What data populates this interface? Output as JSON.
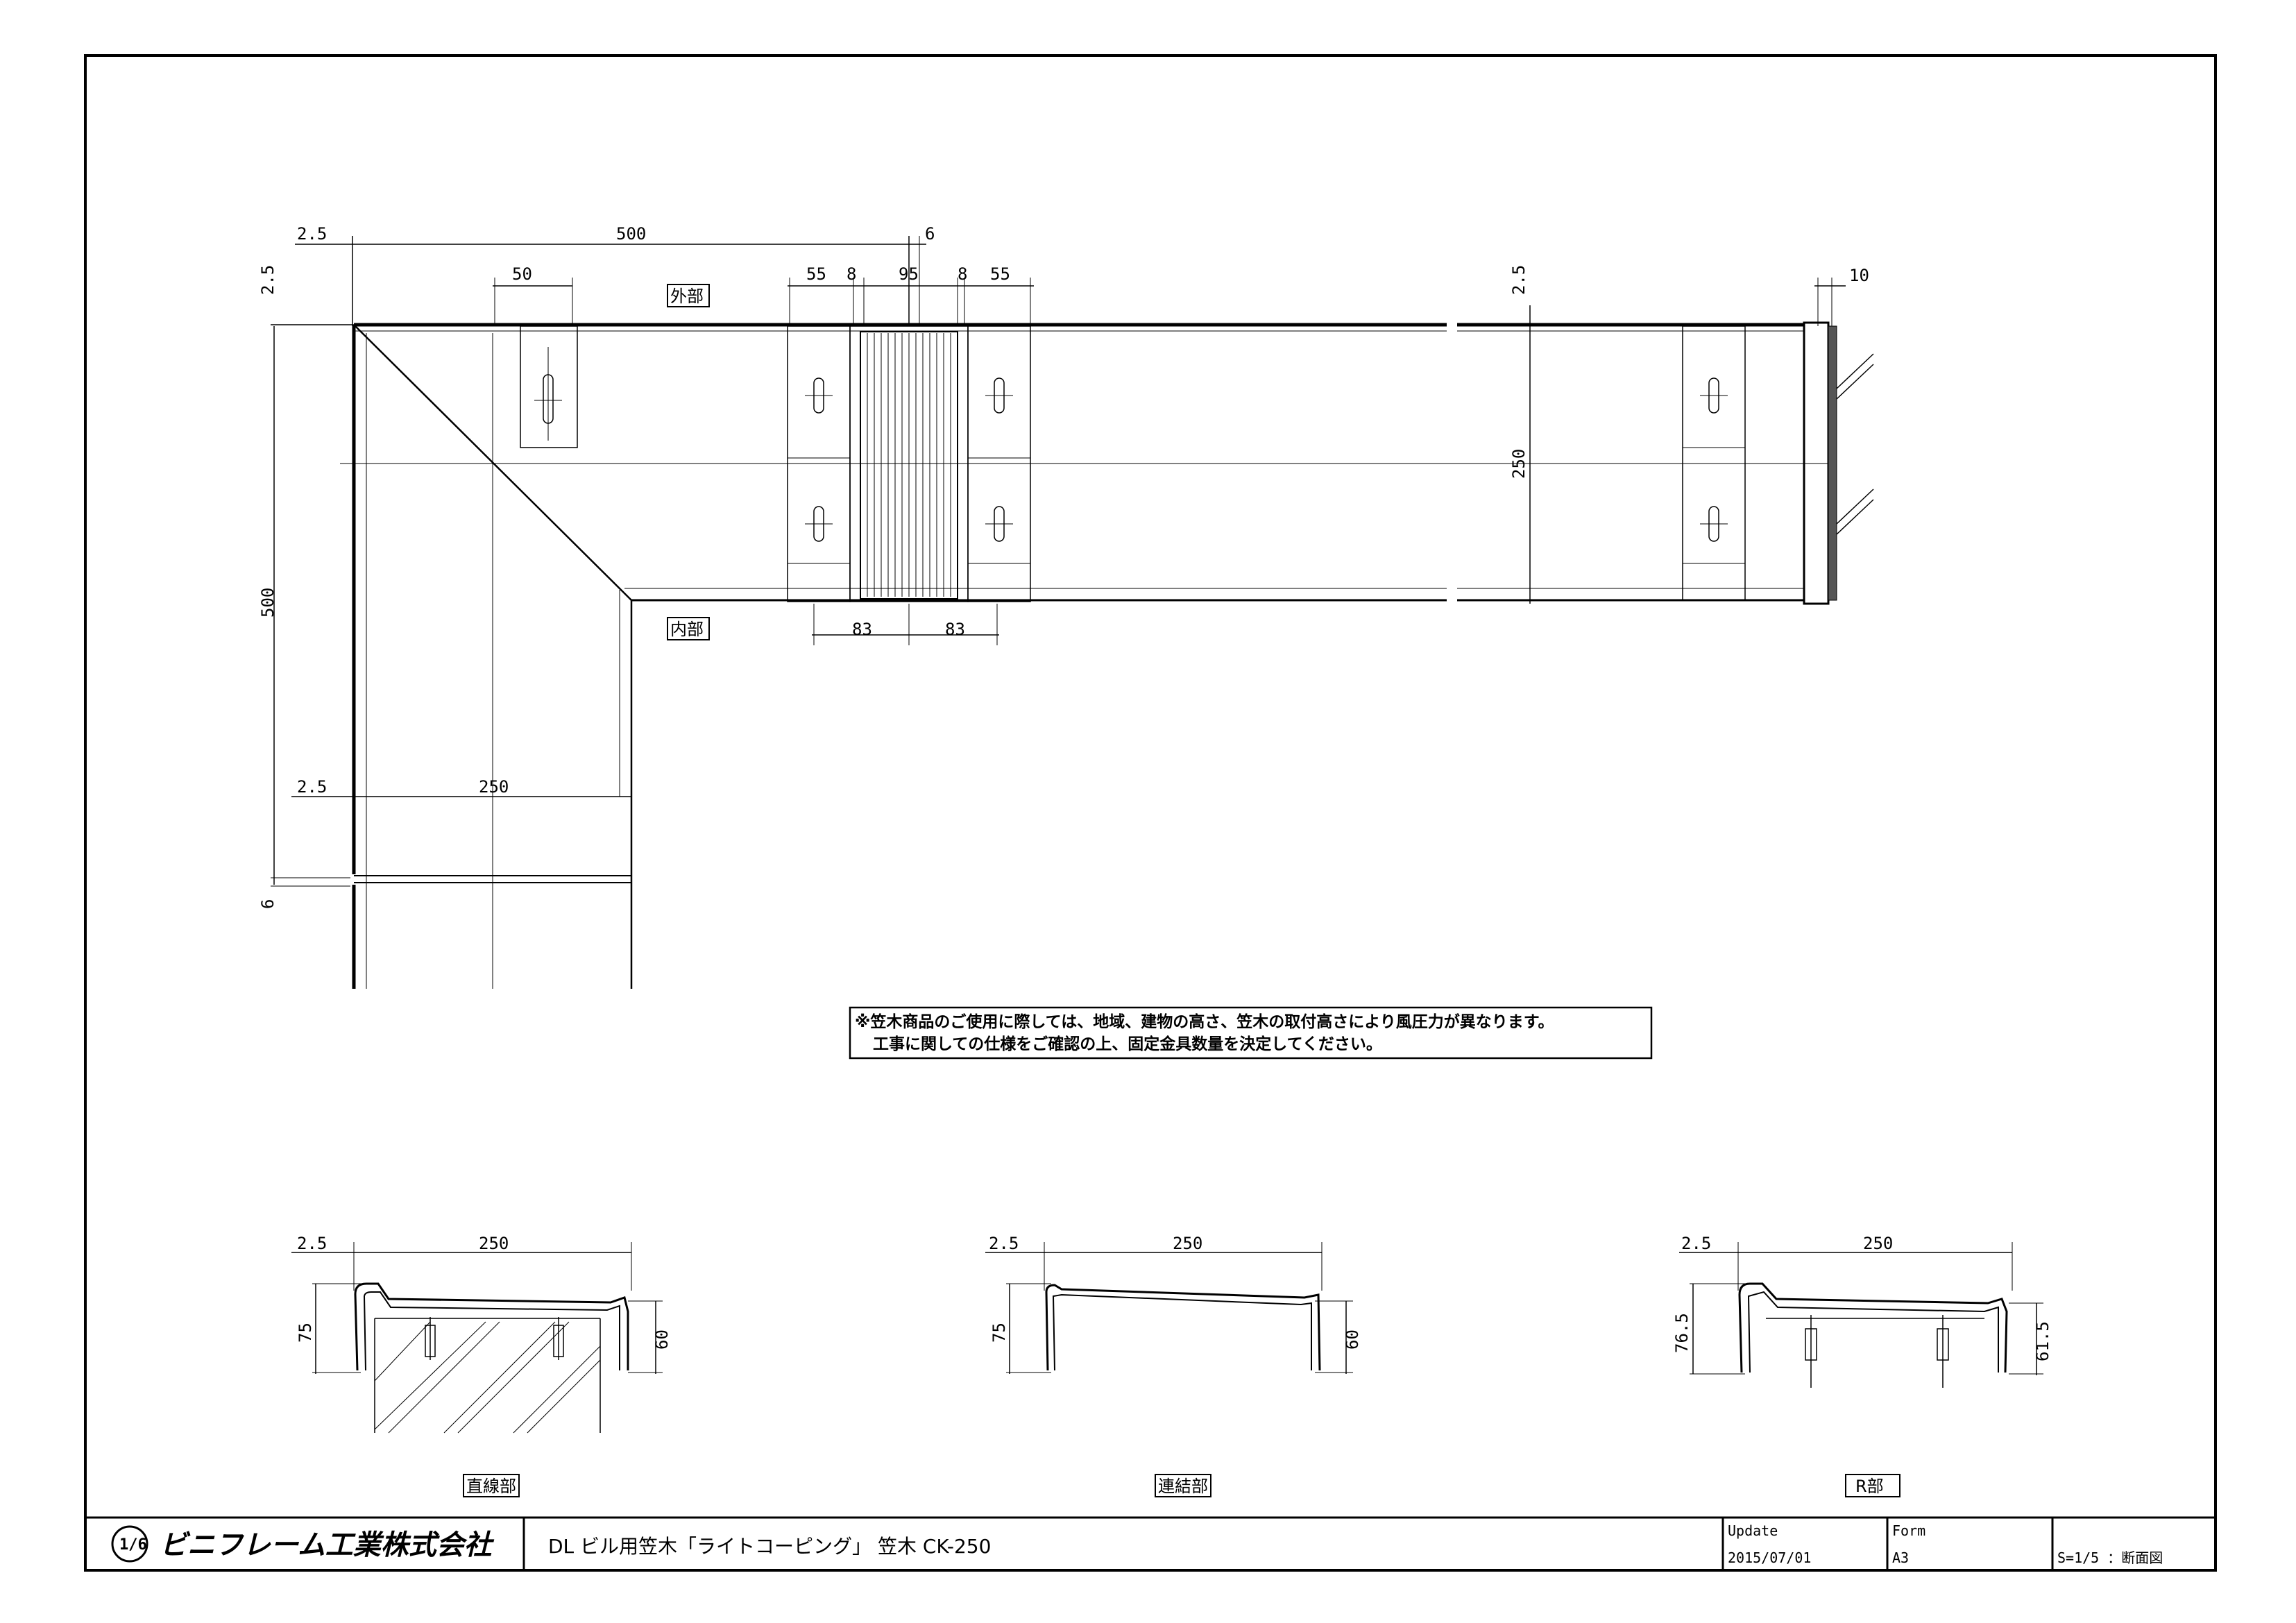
{
  "plan": {
    "dims": {
      "top_left_small": "2.5",
      "top_width": "500",
      "top_gap": "6",
      "fixing_width": "50",
      "joint_left_plate": "55",
      "joint_left_gap": "8",
      "joint_center": "95",
      "joint_right_gap": "8",
      "joint_right_plate": "55",
      "right_small": "2.5",
      "end_cap": "10",
      "left_top_vertical": "2.5",
      "left_height": "500",
      "right_height": "250",
      "bottom_left_small": "2.5",
      "bottom_width": "250",
      "bottom_gap": "6",
      "joint_bottom_left": "83",
      "joint_bottom_right": "83"
    },
    "labels": {
      "outside": "外部",
      "inside": "内部"
    }
  },
  "note": {
    "line1": "※笠木商品のご使用に際しては、地域、建物の高さ、笠木の取付高さにより風圧力が異なります。",
    "line2": "工事に関しての仕様をご確認の上、固定金具数量を決定してください。"
  },
  "sections": [
    {
      "label": "直線部",
      "width": "250",
      "small": "2.5",
      "left_height": "75",
      "right_height": "60"
    },
    {
      "label": "連結部",
      "width": "250",
      "small": "2.5",
      "left_height": "75",
      "right_height": "60"
    },
    {
      "label": "R部",
      "width": "250",
      "small": "2.5",
      "left_height": "76.5",
      "right_height": "61.5"
    }
  ],
  "title_block": {
    "company": "ビニフレーム工業株式会社",
    "logo_text": "1/6",
    "title": "DL ビル用笠木「ライトコーピング」 笠木 CK-250",
    "update_label": "Update",
    "update_value": "2015/07/01",
    "form_label": "Form",
    "form_value": "A3",
    "scale": "S=1/5 ：断面図"
  }
}
